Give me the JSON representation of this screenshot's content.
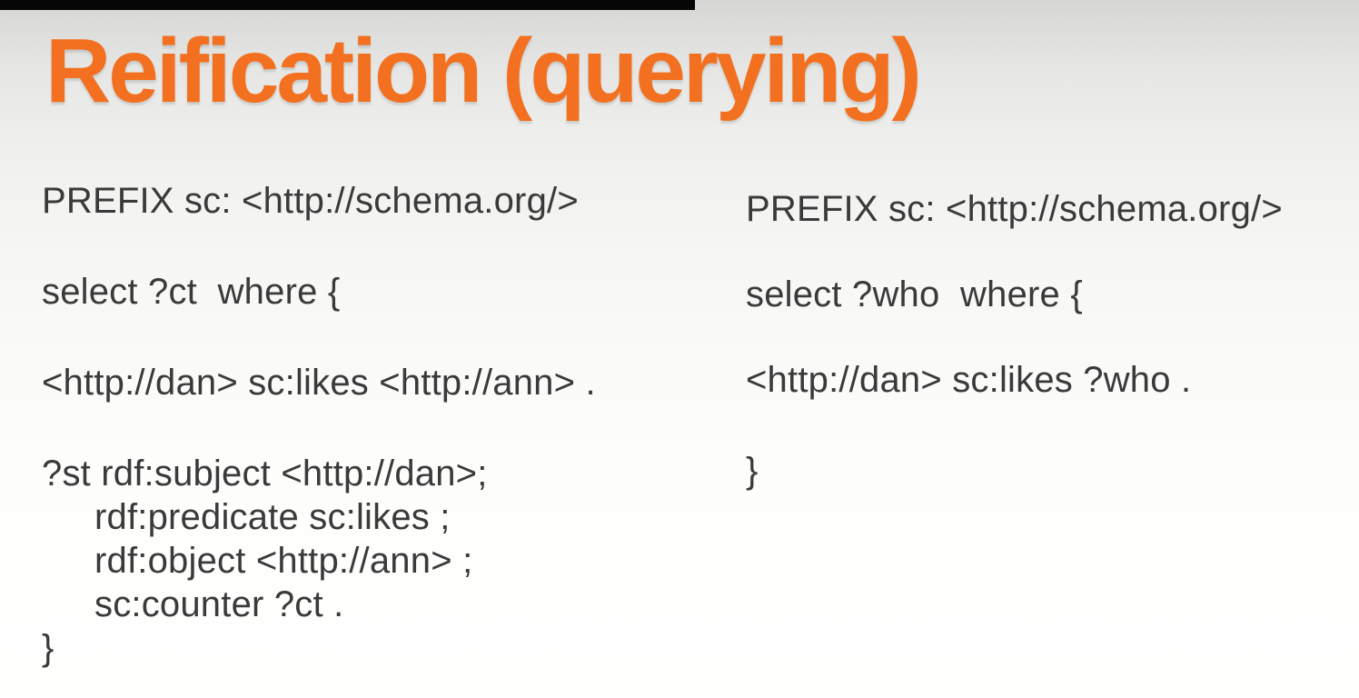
{
  "slide": {
    "title": "Reification (querying)",
    "left_query": {
      "lines": [
        "PREFIX sc: <http://schema.org/>",
        "select ?ct  where {",
        "<http://dan> sc:likes <http://ann> .",
        "?st rdf:subject <http://dan>;",
        "rdf:predicate sc:likes ;",
        "rdf:object <http://ann> ;",
        "sc:counter ?ct .",
        "}"
      ]
    },
    "right_query": {
      "lines": [
        "PREFIX sc: <http://schema.org/>",
        "select ?who  where {",
        "<http://dan> sc:likes ?who .",
        "}"
      ]
    },
    "colors": {
      "title_orange": "#f2701f",
      "body_text": "#3a3a3a",
      "top_bar": "#060606",
      "background_top": "#d6d6d4",
      "background_bottom": "#fffffe"
    }
  }
}
